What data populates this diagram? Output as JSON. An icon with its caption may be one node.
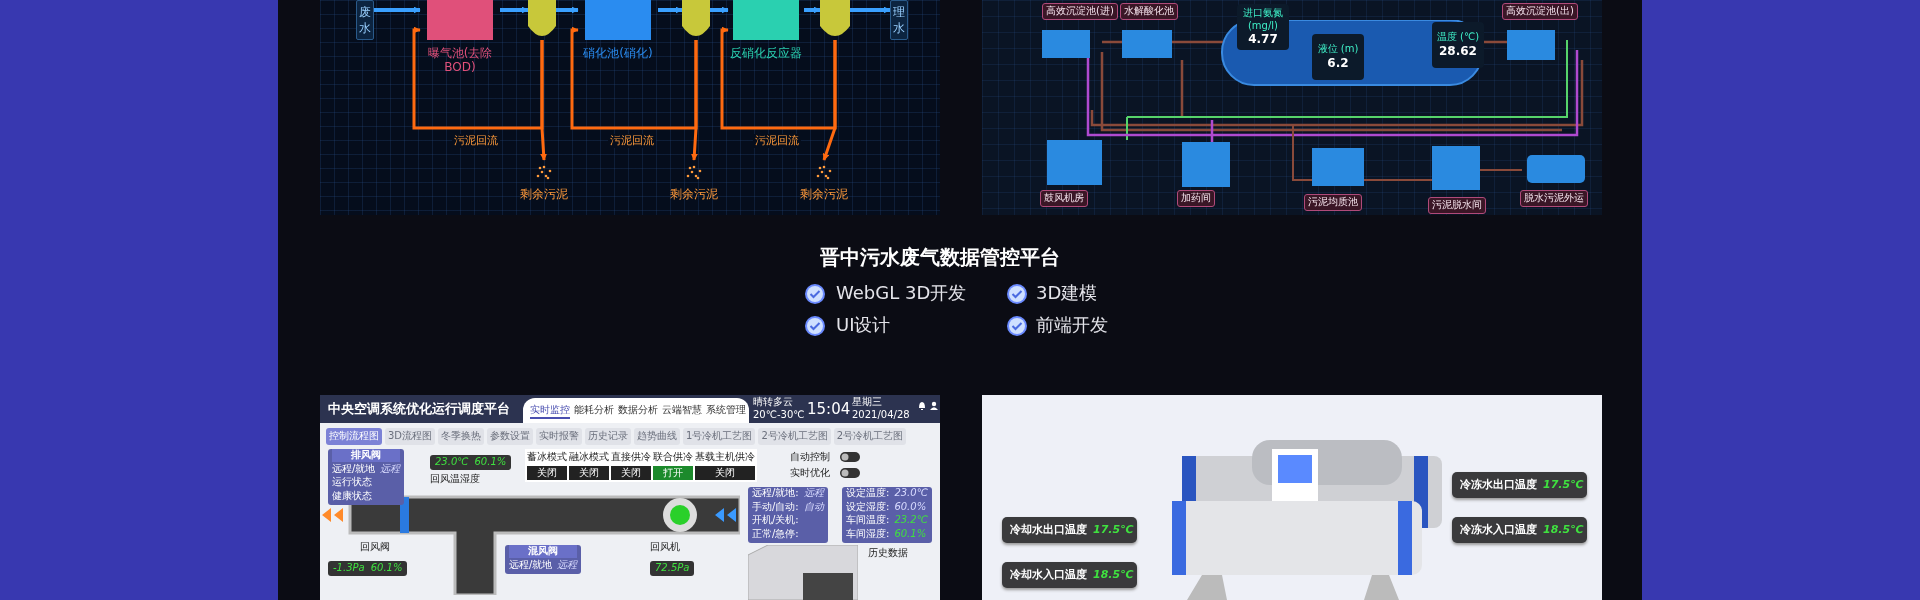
{
  "diagram": {
    "nodes": [
      {
        "text": [
          "废水"
        ]
      },
      {
        "text": [
          "曝气池(去除BOD)"
        ]
      },
      {
        "text": [],
        "shape": "cylinder"
      },
      {
        "text": [
          "硝化池(硝化)"
        ]
      },
      {
        "text": [],
        "shape": "cylinder"
      },
      {
        "text": [
          "反硝化反应器"
        ]
      },
      {
        "text": [],
        "shape": "cylinder"
      },
      {
        "text": [
          "理水"
        ]
      },
      {
        "text": [
          "剩余污泥"
        ]
      },
      {
        "text": [
          "剩余污泥"
        ]
      },
      {
        "text": [
          "剩余污泥"
        ]
      }
    ],
    "edges": [
      {
        "from": 0,
        "to": 1,
        "arrow": "to"
      },
      {
        "from": 1,
        "to": 2,
        "arrow": "to"
      },
      {
        "from": 2,
        "to": 3,
        "arrow": "to"
      },
      {
        "from": 3,
        "to": 4,
        "arrow": "to"
      },
      {
        "from": 4,
        "to": 5,
        "arrow": "to"
      },
      {
        "from": 5,
        "to": 6,
        "arrow": "to"
      },
      {
        "from": 6,
        "to": 7,
        "arrow": "to"
      },
      {
        "from": 2,
        "to": 1,
        "arrow": "to",
        "label": "污泥回流",
        "color": "#ff6a10"
      },
      {
        "from": 2,
        "to": 8,
        "arrow": "to",
        "color": "#ff6a10"
      },
      {
        "from": 4,
        "to": 3,
        "arrow": "to",
        "label": "污泥回流",
        "color": "#ff6a10"
      },
      {
        "from": 4,
        "to": 9,
        "arrow": "to",
        "color": "#ff6a10"
      },
      {
        "from": 6,
        "to": 5,
        "arrow": "to",
        "label": "污泥回流",
        "color": "#ff6a10"
      },
      {
        "from": 6,
        "to": 10,
        "arrow": "to",
        "color": "#ff6a10"
      }
    ],
    "labels": [
      "高效沉淀池(进)",
      "水解酸化池",
      "进口氨氮 (mg/l)",
      "4.77",
      "液位 (m)",
      "6.2",
      "温度 (℃)",
      "28.62",
      "高效沉淀池(出)",
      "鼓风机房",
      "加药间",
      "污泥均质池",
      "污泥脱水间",
      "脱水污泥外运",
      "晋中污水废气数据管控平台",
      "WebGL 3D开发",
      "3D建模",
      "UI设计",
      "前端开发",
      "中央空调系统优化运行调度平台",
      "实时监控",
      "能耗分析",
      "数据分析",
      "云端智慧",
      "系统管理",
      "晴转多云",
      "20℃-30℃",
      "15:04",
      "星期三",
      "2021/04/28",
      "控制流程图",
      "3D流程图",
      "冬季换热",
      "参数设置",
      "实时报警",
      "历史记录",
      "趋势曲线",
      "1号冷机工艺图",
      "2号冷机工艺图",
      "2号冷机工艺图",
      "自动控制",
      "实时优化",
      "排风阀",
      "远程/就地",
      "远程",
      "运行状态",
      "健康状态",
      "蓄冰模式",
      "融冰模式",
      "直接供冷",
      "联合供冷",
      "基载主机供冷",
      "关闭",
      "关闭",
      "关闭",
      "打开",
      "关闭",
      "23.0℃",
      "60.1%",
      "回风温湿度",
      "回风阀",
      "回风机",
      "-1.3Pa",
      "60.1%",
      "72.5Pa",
      "混风阀",
      "远程/就地",
      "远程",
      "远程/就地:",
      "远程",
      "手动/自动:",
      "自动",
      "开机/关机:",
      "正常/急停:",
      "设定温度:",
      "23.0℃",
      "设定湿度:",
      "60.0%",
      "车间温度:",
      "23.2℃",
      "车间湿度:",
      "60.1%",
      "历史数据",
      "冷冻水出口温度",
      "17.5℃",
      "冷却水出口温度",
      "17.5℃",
      "冷冻水入口温度",
      "18.5℃",
      "冷却水入口温度",
      "18.5℃"
    ]
  }
}
